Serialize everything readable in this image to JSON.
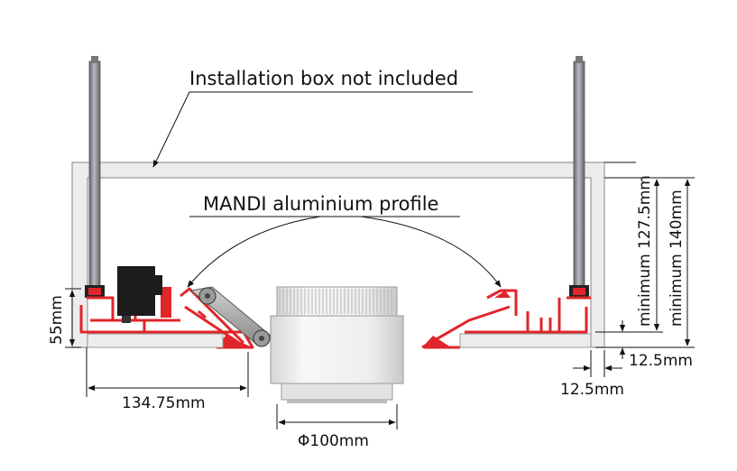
{
  "labels": {
    "installation_box": "Installation box not included",
    "profile": "MANDI aluminium profile"
  },
  "dimensions": {
    "height_55": "55mm",
    "width_134": "134.75mm",
    "diameter": "Φ100mm",
    "min_127": "minimum 127.5mm",
    "min_140": "minimum 140mm",
    "offset_v": "12.5mm",
    "offset_h": "12.5mm"
  },
  "colors": {
    "profile": "#e0252b",
    "box": "#ececec",
    "rod": "#8d9299",
    "line": "#111111"
  }
}
